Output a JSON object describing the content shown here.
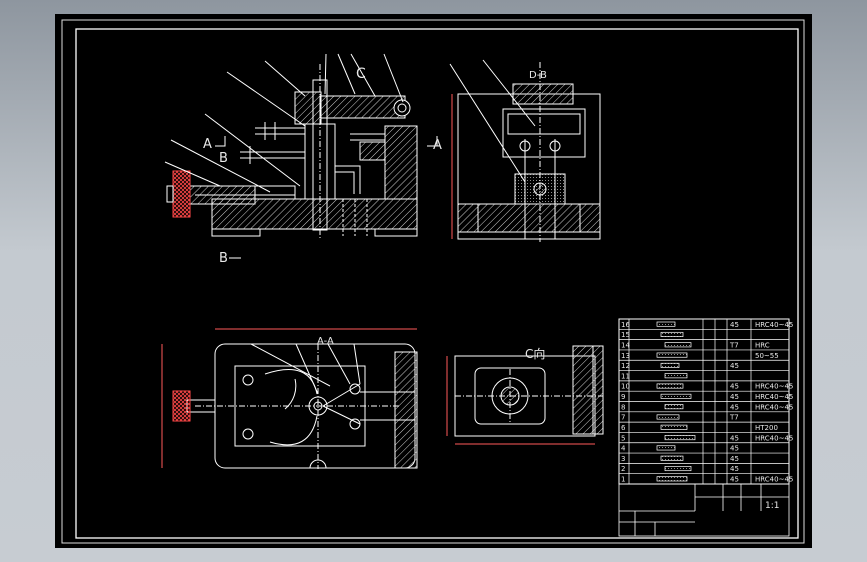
{
  "colors": {
    "line": "#ffffff",
    "section": "#ff4040",
    "dim": "#ff5a5a",
    "hatch": "#d8d8d8",
    "background": "#000000"
  },
  "views": {
    "section_a": "A",
    "section_b": "B",
    "section_c": "C",
    "section_db": "D-B",
    "cutline_a": "A",
    "cutline_b": "B",
    "section_aa": "A-A",
    "view_c": "C向"
  },
  "bom": {
    "rows": [
      {
        "no": "16",
        "mat": "45",
        "note": "HRC40~45"
      },
      {
        "no": "15",
        "mat": "",
        "note": ""
      },
      {
        "no": "14",
        "mat": "T7",
        "note": "HRC"
      },
      {
        "no": "13",
        "mat": "",
        "note": "50~55"
      },
      {
        "no": "12",
        "mat": "45",
        "note": ""
      },
      {
        "no": "11",
        "mat": "",
        "note": ""
      },
      {
        "no": "10",
        "mat": "45",
        "note": "HRC40~45"
      },
      {
        "no": "9",
        "mat": "45",
        "note": "HRC40~45"
      },
      {
        "no": "8",
        "mat": "45",
        "note": "HRC40~45"
      },
      {
        "no": "7",
        "mat": "T7",
        "note": ""
      },
      {
        "no": "6",
        "mat": "",
        "note": "HT200"
      },
      {
        "no": "5",
        "mat": "45",
        "note": "HRC40~45"
      },
      {
        "no": "4",
        "mat": "45",
        "note": ""
      },
      {
        "no": "3",
        "mat": "45",
        "note": ""
      },
      {
        "no": "2",
        "mat": "45",
        "note": ""
      },
      {
        "no": "1",
        "mat": "45",
        "note": "HRC40~45"
      }
    ]
  },
  "title_block": {
    "scale": "1:1"
  }
}
